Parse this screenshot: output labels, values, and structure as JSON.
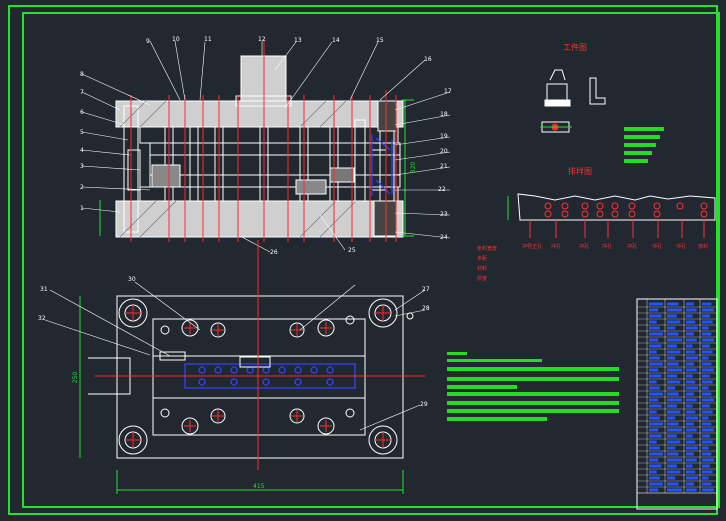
{
  "drawing": {
    "part_numbers_top": [
      "9",
      "10",
      "11",
      "12",
      "13",
      "14",
      "15",
      "16",
      "17",
      "18",
      "19",
      "20",
      "21",
      "22",
      "23",
      "24",
      "25",
      "26"
    ],
    "part_numbers_left": [
      "8",
      "7",
      "6",
      "5",
      "4",
      "3",
      "2",
      "1"
    ],
    "part_numbers_plan": [
      "27",
      "28",
      "29",
      "30",
      "31",
      "32"
    ],
    "dimension_height": "320",
    "dimension_plan_height": "250",
    "dimension_plan_width": "415"
  },
  "workpiece": {
    "title": "工件图"
  },
  "strip_layout": {
    "title": "排样图",
    "station_labels": [
      "冲导正孔",
      "冲孔",
      "冲孔",
      "冲孔",
      "冲孔",
      "冲孔",
      "冲孔",
      "落料"
    ],
    "notes_left": [
      "条料宽度",
      "步距",
      "材料",
      "厚度"
    ]
  },
  "colors": {
    "background": "#212830",
    "frame": "#22e22a",
    "outline": "#ffffff",
    "centerline": "#ff2a2a",
    "hidden": "#3344ff",
    "note": "#22dd22",
    "table_fill": "#2255ff"
  }
}
